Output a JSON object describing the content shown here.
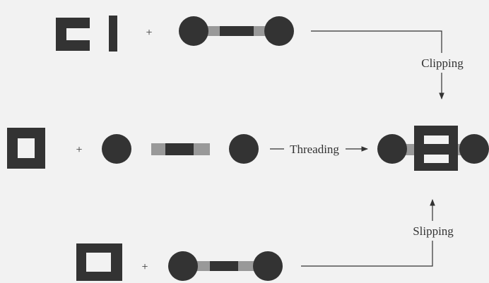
{
  "labels": {
    "plus": "+",
    "clipping": "Clipping",
    "threading": "Threading",
    "slipping": "Slipping"
  },
  "colors": {
    "background": "#f2f2f2",
    "dark": "#333333",
    "light_segment": "#999999",
    "line": "#333333"
  }
}
